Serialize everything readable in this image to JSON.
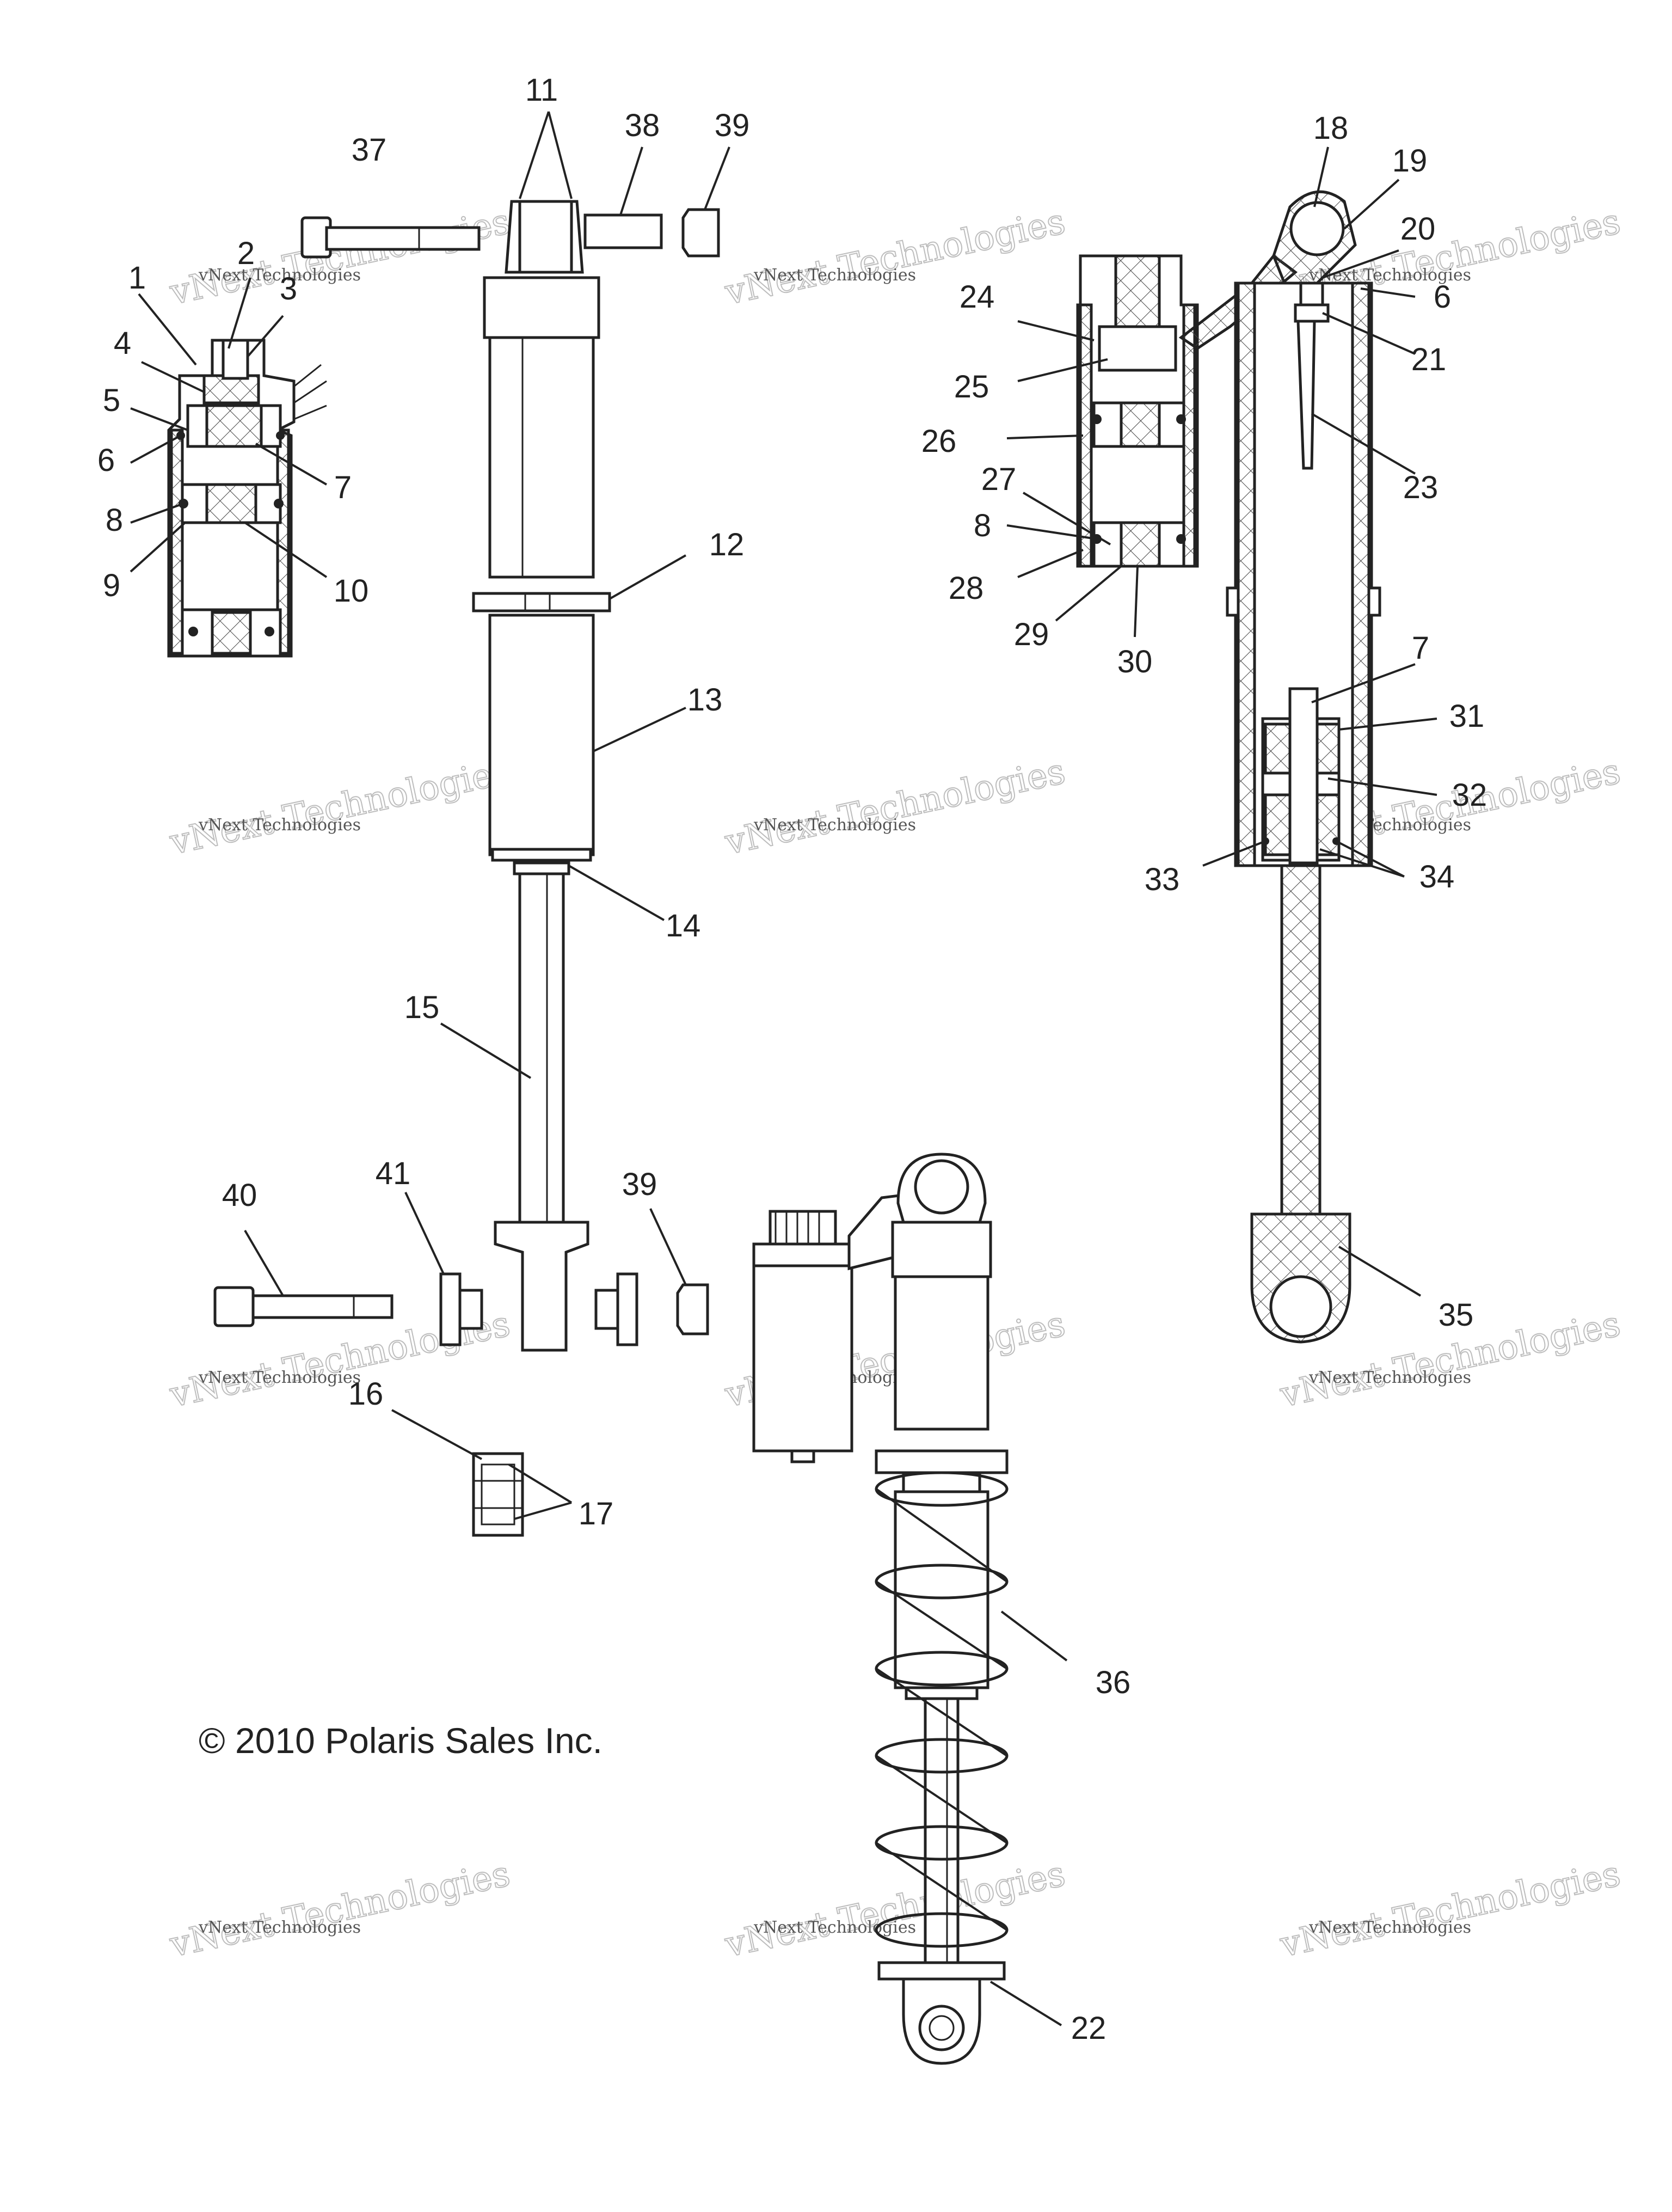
{
  "copyright": "© 2010 Polaris Sales Inc.",
  "watermark": {
    "line1": "vNext Technologies",
    "line2": "vNext Technologies"
  },
  "callouts": [
    "1",
    "2",
    "3",
    "4",
    "5",
    "6",
    "7",
    "8",
    "9",
    "10",
    "11",
    "12",
    "13",
    "14",
    "15",
    "16",
    "17",
    "18",
    "19",
    "20",
    "21",
    "22",
    "23",
    "24",
    "25",
    "26",
    "27",
    "28",
    "29",
    "30",
    "31",
    "32",
    "33",
    "34",
    "35",
    "36",
    "37",
    "38",
    "39",
    "40",
    "41"
  ],
  "callouts_repeated": [
    "6",
    "7",
    "8",
    "39"
  ]
}
